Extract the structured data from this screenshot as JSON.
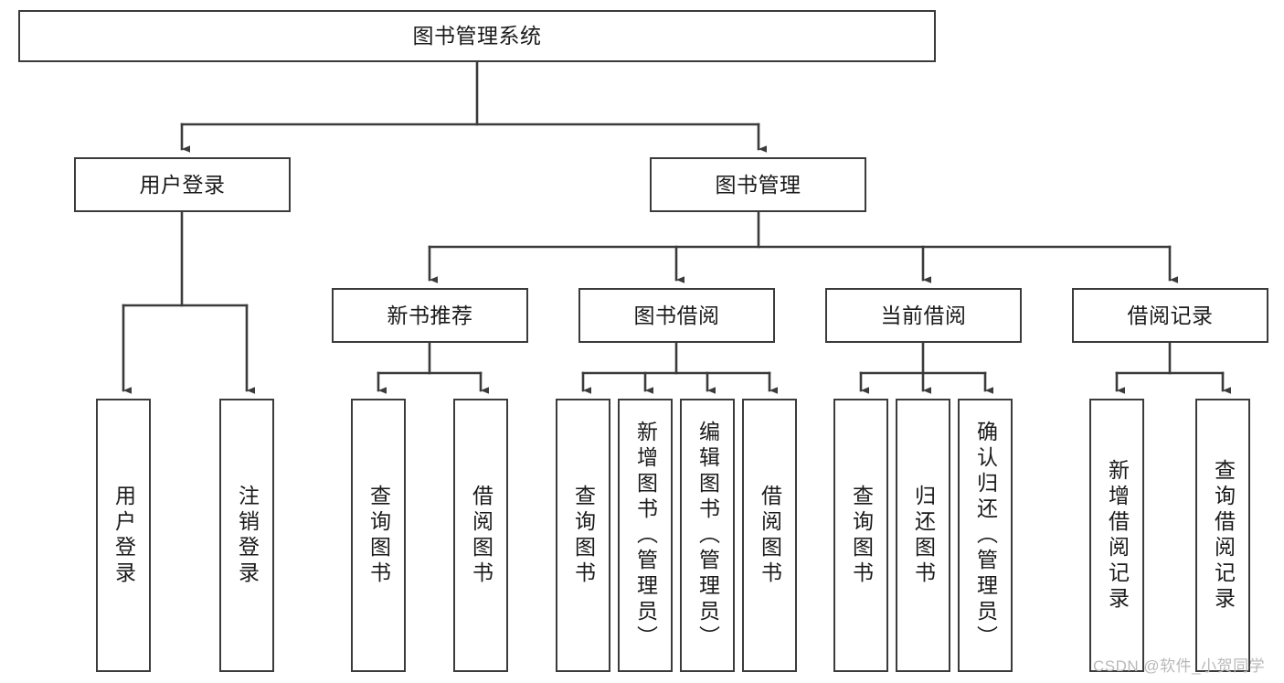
{
  "diagram": {
    "title": "图书管理系统",
    "type": "functional-structure-tree",
    "watermark": "CSDN @软件_小贺同学",
    "colors": {
      "border": "#3b3b3b",
      "background": "#ffffff",
      "text": "#1a1a1a",
      "watermark": "#b9b9b9"
    },
    "nodes": {
      "root": {
        "label": "图书管理系统",
        "level": 0
      },
      "level1": [
        {
          "id": "user-login",
          "label": "用户登录"
        },
        {
          "id": "book-manage",
          "label": "图书管理"
        }
      ],
      "level2": [
        {
          "id": "new-book-recommend",
          "label": "新书推荐",
          "parent": "book-manage"
        },
        {
          "id": "book-borrow",
          "label": "图书借阅",
          "parent": "book-manage"
        },
        {
          "id": "current-borrow",
          "label": "当前借阅",
          "parent": "book-manage"
        },
        {
          "id": "borrow-record",
          "label": "借阅记录",
          "parent": "book-manage"
        }
      ],
      "leaves": [
        {
          "id": "leaf-user-login",
          "label": "用户登录",
          "parent": "user-login"
        },
        {
          "id": "leaf-logout",
          "label": "注销登录",
          "parent": "user-login"
        },
        {
          "id": "leaf-query-book-1",
          "label": "查询图书",
          "parent": "new-book-recommend"
        },
        {
          "id": "leaf-borrow-book-1",
          "label": "借阅图书",
          "parent": "new-book-recommend"
        },
        {
          "id": "leaf-query-book-2",
          "label": "查询图书",
          "parent": "book-borrow"
        },
        {
          "id": "leaf-add-book",
          "label": "新增图书（管理员）",
          "parent": "book-borrow"
        },
        {
          "id": "leaf-edit-book",
          "label": "编辑图书（管理员）",
          "parent": "book-borrow"
        },
        {
          "id": "leaf-borrow-book-2",
          "label": "借阅图书",
          "parent": "book-borrow"
        },
        {
          "id": "leaf-query-book-3",
          "label": "查询图书",
          "parent": "current-borrow"
        },
        {
          "id": "leaf-return-book",
          "label": "归还图书",
          "parent": "current-borrow"
        },
        {
          "id": "leaf-confirm-return",
          "label": "确认归还（管理员）",
          "parent": "current-borrow"
        },
        {
          "id": "leaf-add-record",
          "label": "新增借阅记录",
          "parent": "borrow-record"
        },
        {
          "id": "leaf-query-record",
          "label": "查询借阅记录",
          "parent": "borrow-record"
        }
      ]
    }
  }
}
